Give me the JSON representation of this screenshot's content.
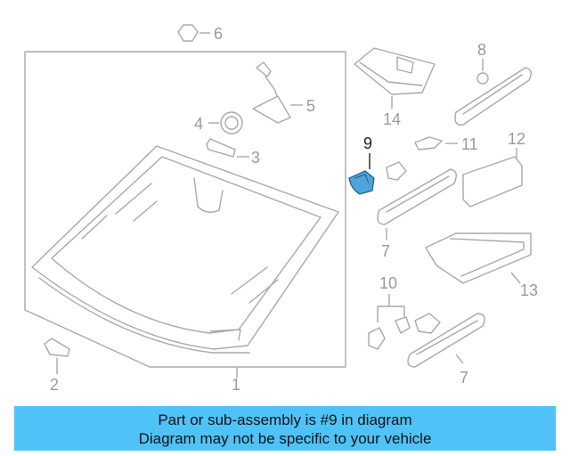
{
  "diagram": {
    "callouts": {
      "c1": "1",
      "c2": "2",
      "c3": "3",
      "c4": "4",
      "c5": "5",
      "c6": "6",
      "c7a": "7",
      "c7b": "7",
      "c8": "8",
      "c9": "9",
      "c10": "10",
      "c11": "11",
      "c12": "12",
      "c13": "13",
      "c14": "14"
    },
    "highlight_color": "#4fa3d8"
  },
  "banner": {
    "line1": "Part or sub-assembly is #9 in diagram",
    "line2": "Diagram may not be specific to your vehicle",
    "color": "#4fc3f7"
  }
}
